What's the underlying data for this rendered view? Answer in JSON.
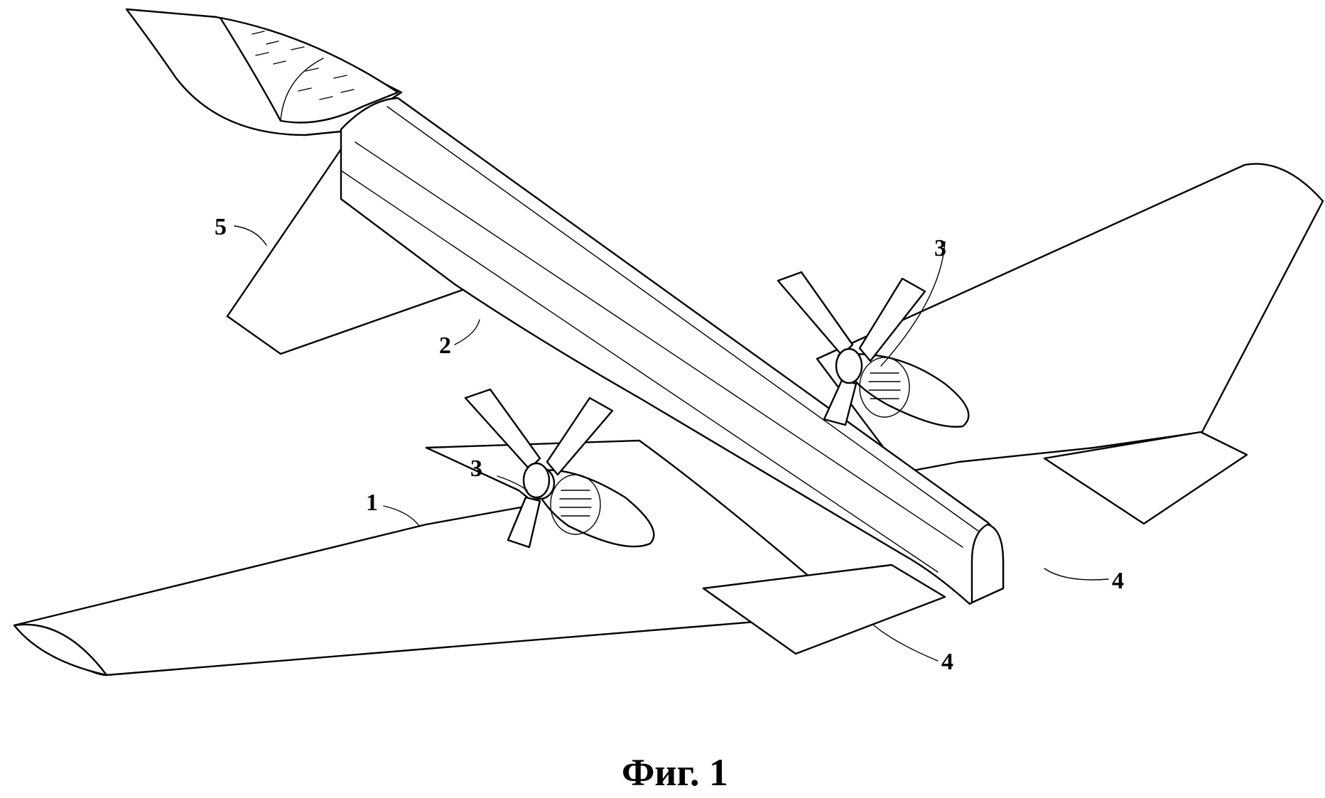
{
  "figure": {
    "caption": "Фиг. 1",
    "reference_labels": {
      "wing": "1",
      "fuselage": "2",
      "propeller_left": "3",
      "propeller_right": "3",
      "rear_surface_right": "4",
      "rear_surface_left": "4",
      "canard": "5"
    }
  }
}
